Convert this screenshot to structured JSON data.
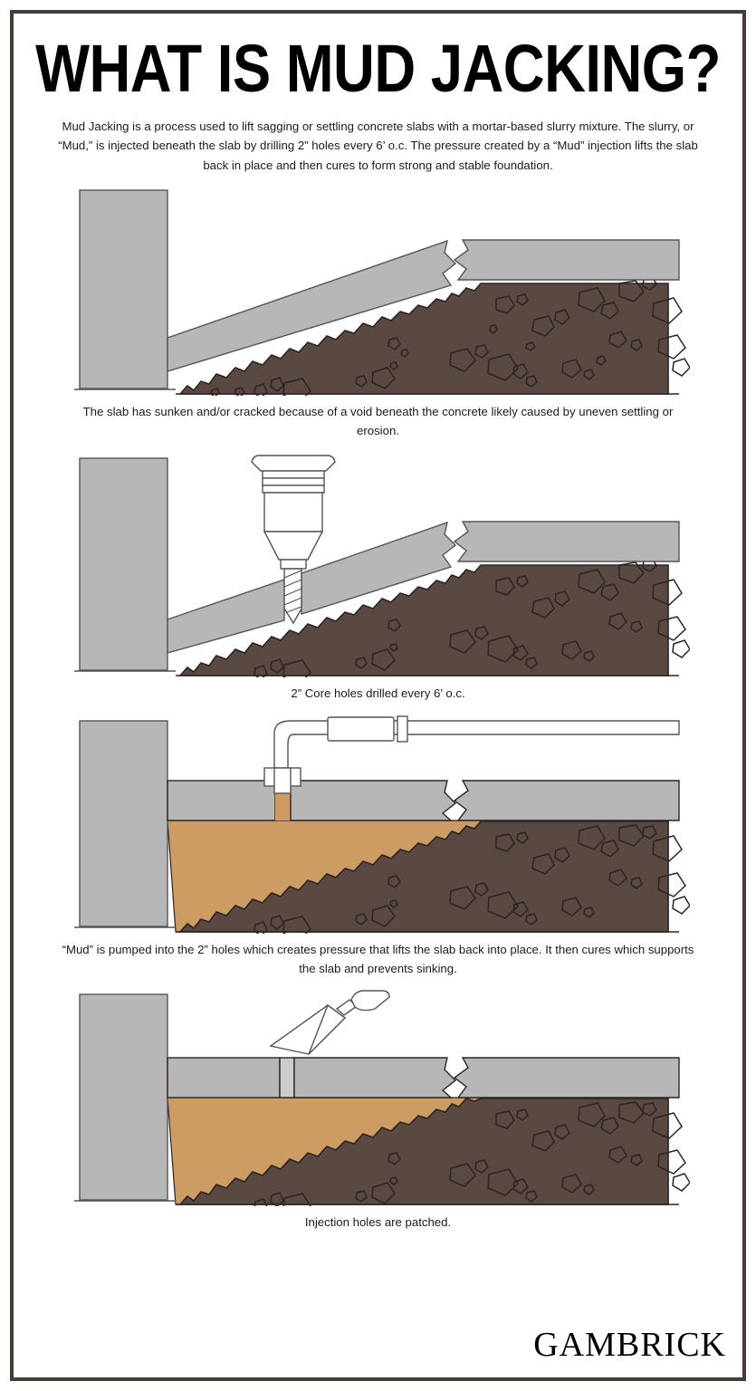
{
  "document": {
    "title": "WHAT IS MUD JACKING?",
    "intro": "Mud Jacking is a process used to lift sagging or settling concrete slabs with a mortar-based slurry mixture. The slurry, or “Mud,” is injected beneath the slab by drilling 2” holes every 6’ o.c. The pressure created by a “Mud” injection lifts the slab back in place and then cures to form strong and stable foundation.",
    "logo": "GAMBRICK"
  },
  "steps": [
    {
      "id": "step-1-sunken-slab",
      "caption": "The slab has sunken and/or cracked because of a void beneath the concrete likely caused by uneven settling or erosion."
    },
    {
      "id": "step-2-core-drilling",
      "caption": "2” Core holes drilled every 6’ o.c."
    },
    {
      "id": "step-3-mud-injection",
      "caption": "“Mud” is pumped into the 2” holes which creates pressure that lifts the slab back into place. It then cures which supports the slab and prevents sinking."
    },
    {
      "id": "step-4-patched-holes",
      "caption": "Injection holes are patched."
    }
  ],
  "colors": {
    "frame_border": "#453b39",
    "concrete_gray": "#b7b7b7",
    "concrete_patch": "#cccccc",
    "soil_brown": "#5a4843",
    "mud_slurry": "#cd9c62",
    "outline": "#2b2522",
    "tool_fill": "#ffffff",
    "tool_outline": "#555555",
    "text": "#1b1b1b",
    "page_background": "#ffffff"
  }
}
